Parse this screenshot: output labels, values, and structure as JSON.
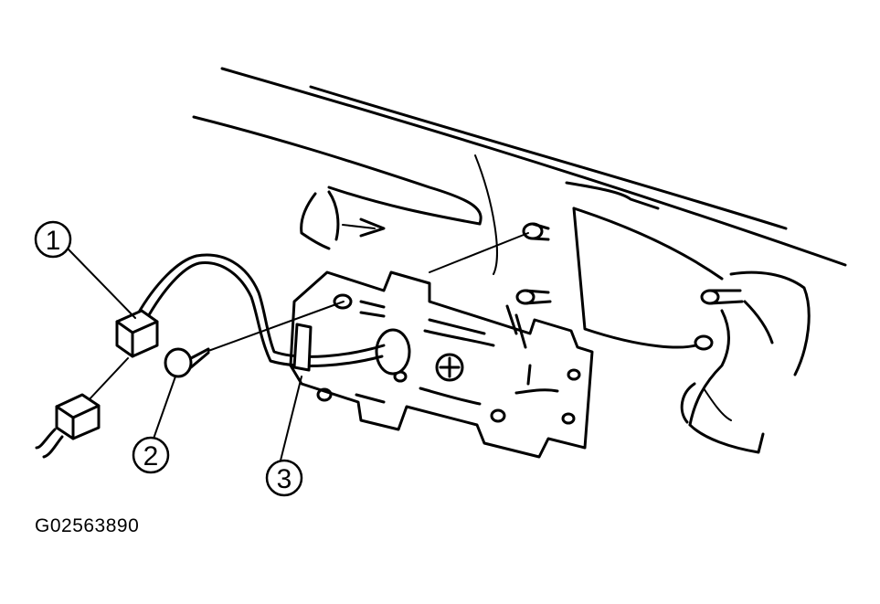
{
  "figure": {
    "code": "G02563890"
  },
  "callouts": [
    {
      "number": "1",
      "part": "connector"
    },
    {
      "number": "2",
      "part": "grommet"
    },
    {
      "number": "3",
      "part": "mounting-bracket"
    }
  ],
  "colors": {
    "ink": "#000000",
    "background": "#ffffff"
  }
}
